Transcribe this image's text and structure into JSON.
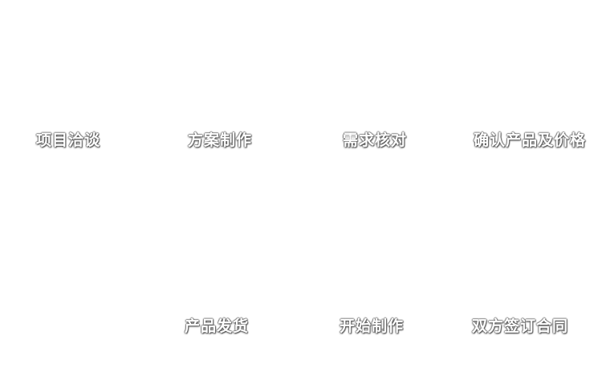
{
  "diagram": {
    "type": "process-flow",
    "description": "Seven-step business workflow, top row left-to-right then bottom row right-to-left",
    "steps": [
      {
        "order": 1,
        "label": "项目洽谈",
        "row": "top"
      },
      {
        "order": 2,
        "label": "方案制作",
        "row": "top"
      },
      {
        "order": 3,
        "label": "需求核对",
        "row": "top"
      },
      {
        "order": 4,
        "label": "确认产品及价格",
        "row": "top"
      },
      {
        "order": 5,
        "label": "双方签订合同",
        "row": "bottom"
      },
      {
        "order": 6,
        "label": "开始制作",
        "row": "bottom"
      },
      {
        "order": 7,
        "label": "产品发货",
        "row": "bottom"
      }
    ]
  },
  "colors": {
    "background": "#ffffff",
    "label_text": "#ffffff",
    "label_halo": "#5f5f5f"
  }
}
